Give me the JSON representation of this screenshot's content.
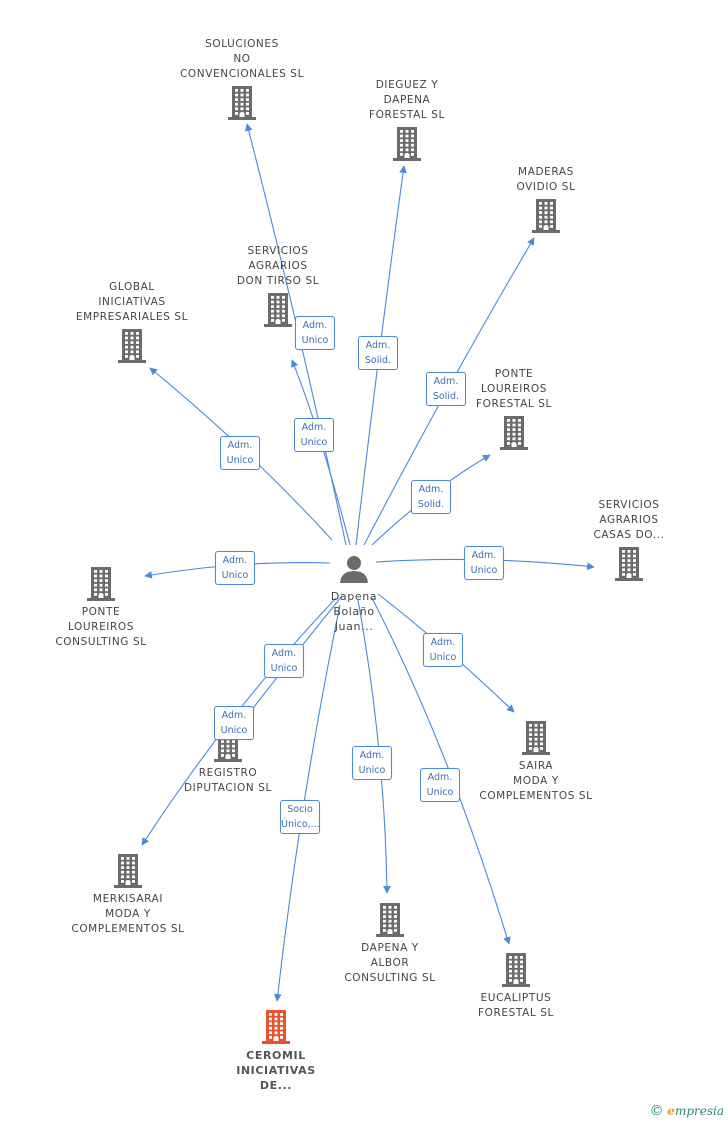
{
  "colors": {
    "edge": "#4a8ad8",
    "company_icon": "#6b6b6b",
    "highlight_icon": "#e8532c",
    "person_icon": "#6b6b6b"
  },
  "center": {
    "name_lines": [
      "Dapena",
      "Bolaño",
      "Juan..."
    ],
    "icon": "person-icon"
  },
  "companies": [
    {
      "id": "soluciones",
      "lines": [
        "SOLUCIONES",
        "NO",
        "CONVENCIONALES SL"
      ],
      "highlight": false
    },
    {
      "id": "dieguez",
      "lines": [
        "DIEGUEZ Y",
        "DAPENA",
        "FORESTAL SL"
      ],
      "highlight": false
    },
    {
      "id": "maderas",
      "lines": [
        "MADERAS",
        "OVIDIO SL"
      ],
      "highlight": false
    },
    {
      "id": "servicios-don-tirso",
      "lines": [
        "SERVICIOS",
        "AGRARIOS",
        "DON TIRSO SL"
      ],
      "highlight": false
    },
    {
      "id": "global",
      "lines": [
        "GLOBAL",
        "INICIATIVAS",
        "EMPRESARIALES SL"
      ],
      "highlight": false
    },
    {
      "id": "ponte-forestal",
      "lines": [
        "PONTE",
        "LOUREIROS",
        "FORESTAL SL"
      ],
      "highlight": false
    },
    {
      "id": "servicios-casas",
      "lines": [
        "SERVICIOS",
        "AGRARIOS",
        "CASAS DO..."
      ],
      "highlight": false
    },
    {
      "id": "ponte-consulting",
      "lines": [
        "PONTE",
        "LOUREIROS",
        "CONSULTING SL"
      ],
      "highlight": false
    },
    {
      "id": "registro",
      "lines": [
        "REGISTRO",
        "DIPUTACION SL"
      ],
      "highlight": false
    },
    {
      "id": "saira",
      "lines": [
        "SAIRA",
        "MODA Y",
        "COMPLEMENTOS SL"
      ],
      "highlight": false
    },
    {
      "id": "merkisarai",
      "lines": [
        "MERKISARAI",
        "MODA Y",
        "COMPLEMENTOS SL"
      ],
      "highlight": false
    },
    {
      "id": "dapena-albor",
      "lines": [
        "DAPENA Y",
        "ALBOR",
        "CONSULTING SL"
      ],
      "highlight": false
    },
    {
      "id": "eucaliptus",
      "lines": [
        "EUCALIPTUS",
        "FORESTAL SL"
      ],
      "highlight": false
    },
    {
      "id": "ceromil",
      "lines": [
        "CEROMIL",
        "INICIATIVAS",
        "DE..."
      ],
      "highlight": true
    }
  ],
  "relations": [
    {
      "target": "soluciones",
      "label_lines": [
        "Adm.",
        "Unico"
      ]
    },
    {
      "target": "dieguez",
      "label_lines": [
        "Adm.",
        "Solid."
      ]
    },
    {
      "target": "maderas",
      "label_lines": [
        "Adm.",
        "Solid."
      ]
    },
    {
      "target": "servicios-don-tirso",
      "label_lines": [
        "Adm.",
        "Unico"
      ]
    },
    {
      "target": "global",
      "label_lines": [
        "Adm.",
        "Unico"
      ]
    },
    {
      "target": "ponte-forestal",
      "label_lines": [
        "Adm.",
        "Solid."
      ]
    },
    {
      "target": "servicios-casas",
      "label_lines": [
        "Adm.",
        "Unico"
      ]
    },
    {
      "target": "ponte-consulting",
      "label_lines": [
        "Adm.",
        "Unico"
      ]
    },
    {
      "target": "registro",
      "label_lines": [
        "Adm.",
        "Unico"
      ]
    },
    {
      "target": "saira",
      "label_lines": [
        "Adm.",
        "Unico"
      ]
    },
    {
      "target": "merkisarai",
      "label_lines": [
        "Adm.",
        "Unico"
      ]
    },
    {
      "target": "dapena-albor",
      "label_lines": [
        "Adm.",
        "Unico"
      ]
    },
    {
      "target": "eucaliptus",
      "label_lines": [
        "Adm.",
        "Unico"
      ]
    },
    {
      "target": "ceromil",
      "label_lines": [
        "Socio",
        "Único,..."
      ]
    }
  ],
  "watermark": {
    "symbol": "©",
    "brand_initial": "e",
    "brand_rest": "mpresia"
  }
}
